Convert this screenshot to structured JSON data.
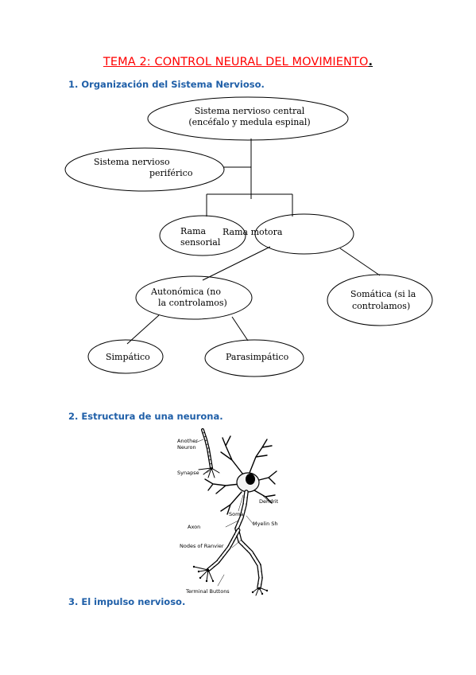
{
  "document": {
    "title": "TEMA 2: CONTROL NEURAL DEL MOVIMIENTO",
    "title_suffix": ".",
    "colors": {
      "title": "#ff0000",
      "headings": "#1f5fa8"
    },
    "sections": [
      {
        "heading": "1. Organización del Sistema Nervioso."
      },
      {
        "heading": "2. Estructura de una neurona."
      },
      {
        "heading": "3. El impulso nervioso."
      }
    ]
  },
  "diagram": {
    "snc_line1": "Sistema nervioso central",
    "snc_line2": "(encéfalo y medula espinal)",
    "snp_line1": "Sistema nervioso",
    "snp_line2": "periférico",
    "sensorial_line1": "Rama",
    "sensorial_line2": "sensorial",
    "motora": "Rama motora",
    "autonomica_line1": "Autonómica (no",
    "autonomica_line2": "la controlamos)",
    "somatica_line1": "Somática (si la",
    "somatica_line2": "controlamos)",
    "simpatico": "Simpático",
    "parasimpatico": "Parasimpático"
  },
  "neuron": {
    "labels": {
      "another_neuron_1": "Another",
      "another_neuron_2": "Neuron",
      "synapse": "Synapse",
      "dendrites": "Dendrites",
      "soma": "Soma",
      "myelin_sheath": "Myelin Sheath",
      "axon": "Axon",
      "nodes_of_ranvier": "Nodes of Ranvier",
      "terminal_buttons": "Terminal Buttons"
    }
  }
}
